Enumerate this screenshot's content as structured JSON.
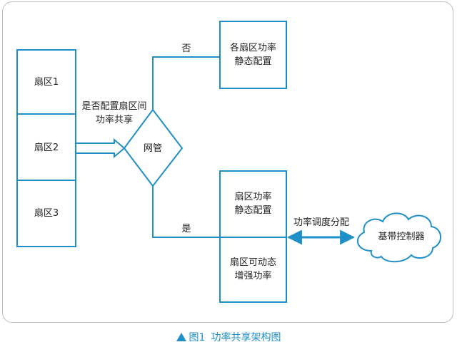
{
  "diagram": {
    "sectors": [
      "扇区1",
      "扇区2",
      "扇区3"
    ],
    "gateway": "网管",
    "decision_label": [
      "是否配置扇区间",
      "功率共享"
    ],
    "no_label": "否",
    "yes_label": "是",
    "static_config_all": [
      "各扇区功率",
      "静态配置"
    ],
    "sector_static": [
      "扇区功率",
      "静态配置"
    ],
    "sector_dynamic": [
      "扇区可动态",
      "增强功率"
    ],
    "dispatch_label": "功率调度分配",
    "controller": "基带控制器",
    "colors": {
      "line": "#1f8fc8",
      "frame": "#bdbdbd"
    }
  },
  "caption": {
    "number": "图1",
    "title": "功率共享架构图"
  }
}
